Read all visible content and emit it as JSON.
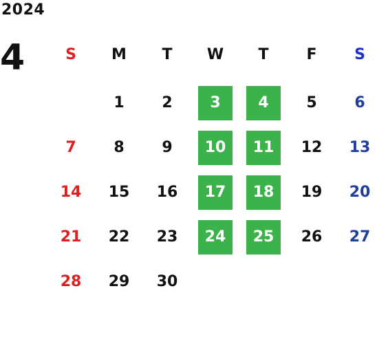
{
  "year": "2024",
  "month": "4",
  "weekdays": [
    "S",
    "M",
    "T",
    "W",
    "T",
    "F",
    "S"
  ],
  "days": [
    "",
    "1",
    "2",
    "3",
    "4",
    "5",
    "6",
    "7",
    "8",
    "9",
    "10",
    "11",
    "12",
    "13",
    "14",
    "15",
    "16",
    "17",
    "18",
    "19",
    "20",
    "21",
    "22",
    "23",
    "24",
    "25",
    "26",
    "27",
    "28",
    "29",
    "30",
    "",
    "",
    "",
    ""
  ],
  "highlighted_days": [
    "3",
    "4",
    "10",
    "11",
    "17",
    "18",
    "24",
    "25"
  ],
  "colors": {
    "highlight": "#3bb24a",
    "sunday": "#e02020",
    "saturday": "#1f3f9a",
    "saturday_header": "#1f2fd0",
    "text": "#111111"
  }
}
